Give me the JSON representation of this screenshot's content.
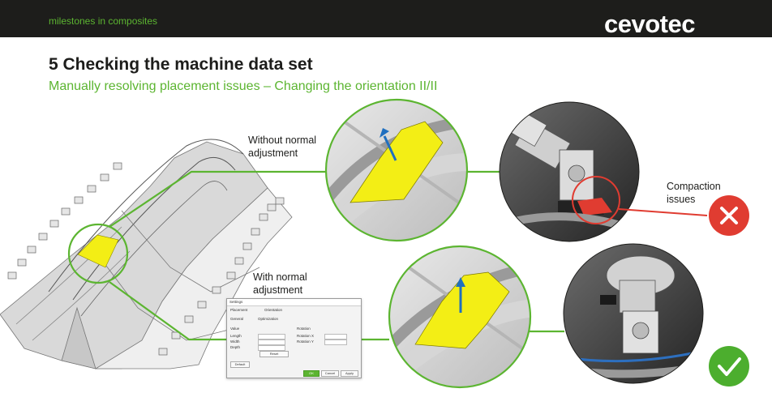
{
  "header": {
    "tagline": "milestones in composites",
    "logo_text": "cevotec"
  },
  "slide": {
    "title": "5 Checking the machine data set",
    "subtitle": "Manually resolving placement issues – Changing the orientation II/II"
  },
  "labels": {
    "without_normal": "Without normal adjustment",
    "with_normal": "With normal adjustment",
    "compaction": "Compaction issues"
  },
  "status_icons": {
    "bad": "close-icon",
    "good": "check-icon"
  },
  "dialog": {
    "title": "Settings",
    "tab_placement": "Placement",
    "tab_orientation": "Orientation",
    "tab_general": "General",
    "tab_optimization": "Optimization",
    "col_left": "Value",
    "col_right": "Rotation",
    "row1": "Length",
    "row2": "Width",
    "row3": "Depth",
    "rot1": "Rotation X",
    "rot2": "Rotation Y",
    "btn_reset": "Reset",
    "btn_default": "Default",
    "btn_ok": "OK",
    "btn_cancel": "Cancel",
    "btn_apply": "Apply"
  },
  "colors": {
    "accent_green": "#5cb531",
    "bad_red": "#e03c31",
    "good_green": "#4cae2e",
    "patch_yellow": "#f3ee15",
    "arrow_blue": "#1f6fbf"
  }
}
